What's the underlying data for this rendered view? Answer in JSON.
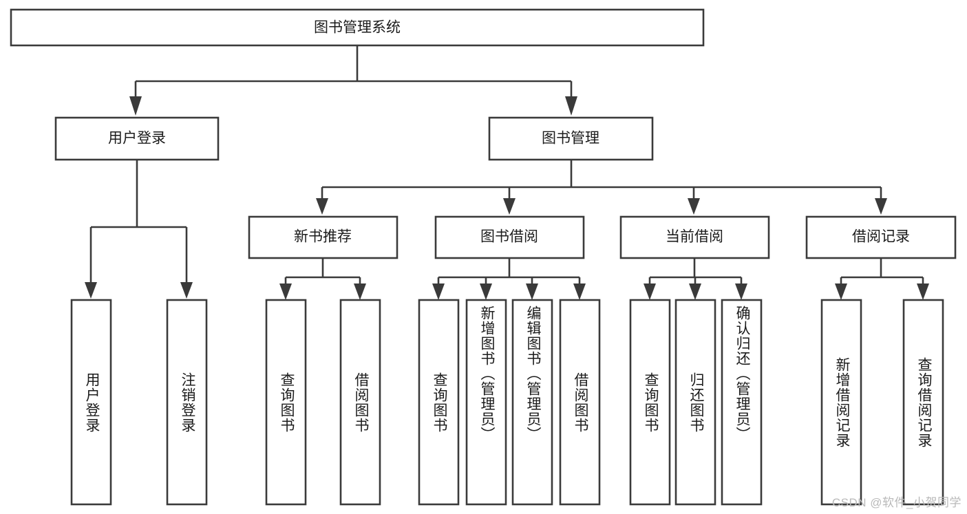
{
  "diagram": {
    "title": "图书管理系统",
    "type": "tree-hierarchy-chart",
    "root": {
      "id": "root",
      "label": "图书管理系统",
      "orientation": "horizontal"
    },
    "level1": [
      {
        "id": "user-login",
        "label": "用户登录",
        "orientation": "horizontal"
      },
      {
        "id": "book-management",
        "label": "图书管理",
        "orientation": "horizontal"
      }
    ],
    "level2": [
      {
        "id": "new-book-recommend",
        "label": "新书推荐",
        "orientation": "horizontal",
        "parent": "book-management"
      },
      {
        "id": "book-borrow",
        "label": "图书借阅",
        "orientation": "horizontal",
        "parent": "book-management"
      },
      {
        "id": "current-borrow",
        "label": "当前借阅",
        "orientation": "horizontal",
        "parent": "book-management"
      },
      {
        "id": "borrow-record",
        "label": "借阅记录",
        "orientation": "horizontal",
        "parent": "book-management"
      }
    ],
    "leaves": [
      {
        "id": "leaf-user-login",
        "label": "用户登录",
        "parent": "user-login",
        "orientation": "vertical"
      },
      {
        "id": "leaf-user-logout",
        "label": "注销登录",
        "parent": "user-login",
        "orientation": "vertical"
      },
      {
        "id": "leaf-query-book-1",
        "label": "查询图书",
        "parent": "new-book-recommend",
        "orientation": "vertical"
      },
      {
        "id": "leaf-borrow-book-1",
        "label": "借阅图书",
        "parent": "new-book-recommend",
        "orientation": "vertical"
      },
      {
        "id": "leaf-query-book-2",
        "label": "查询图书",
        "parent": "book-borrow",
        "orientation": "vertical"
      },
      {
        "id": "leaf-add-book",
        "label": "新增图书（管理员）",
        "parent": "book-borrow",
        "orientation": "vertical"
      },
      {
        "id": "leaf-edit-book",
        "label": "编辑图书（管理员）",
        "parent": "book-borrow",
        "orientation": "vertical"
      },
      {
        "id": "leaf-borrow-book-2",
        "label": "借阅图书",
        "parent": "book-borrow",
        "orientation": "vertical"
      },
      {
        "id": "leaf-query-book-3",
        "label": "查询图书",
        "parent": "current-borrow",
        "orientation": "vertical"
      },
      {
        "id": "leaf-return-book",
        "label": "归还图书",
        "parent": "current-borrow",
        "orientation": "vertical"
      },
      {
        "id": "leaf-confirm-return",
        "label": "确认归还（管理员）",
        "parent": "current-borrow",
        "orientation": "vertical"
      },
      {
        "id": "leaf-add-record",
        "label": "新增借阅记录",
        "parent": "borrow-record",
        "orientation": "vertical"
      },
      {
        "id": "leaf-query-record",
        "label": "查询借阅记录",
        "parent": "borrow-record",
        "orientation": "vertical"
      }
    ],
    "colors": {
      "stroke": "#3a3a3a",
      "fill": "#ffffff",
      "text": "#1b1b1b",
      "watermark": "#b9b9b9",
      "background": "#ffffff"
    }
  },
  "watermark": {
    "text": "CSDN @软件_小贺同学"
  }
}
